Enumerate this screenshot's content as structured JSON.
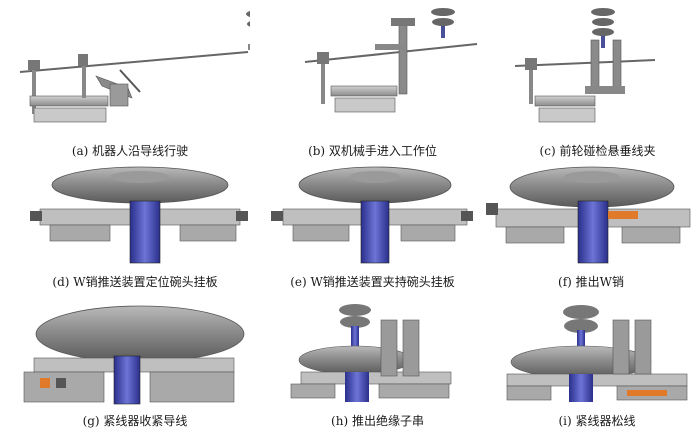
{
  "captions": {
    "a": "(a) 机器人沿导线行驶",
    "b": "(b) 双机械手进入工作位",
    "c": "(c) 前轮碰检悬垂线夹",
    "d": "(d) W销推送装置定位碗头挂板",
    "e": "(e) W销推送装置夹持碗头挂板",
    "f": "(f) 推出W销",
    "g": "(g) 紧线器收紧导线",
    "h": "(h) 推出绝缘子串",
    "i": "(i) 紧线器松线"
  }
}
